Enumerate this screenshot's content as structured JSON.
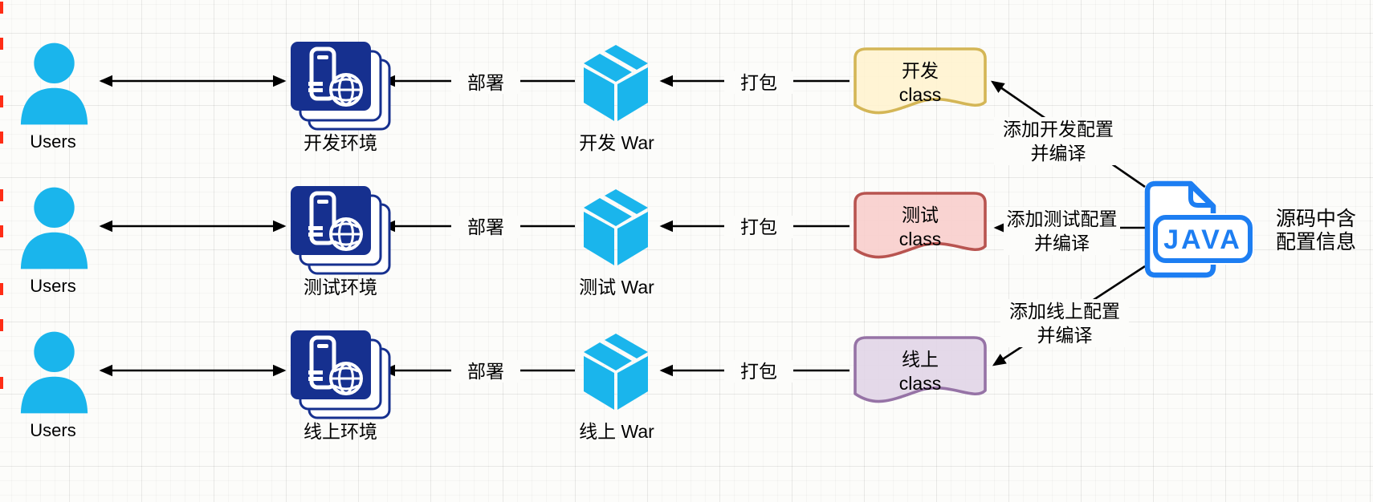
{
  "colors": {
    "cyan": "#1ab5ec",
    "navy": "#16308f",
    "java_blue": "#1d7ef2",
    "edge_marks": "#ff2d16",
    "canvas_bg": "#fcfcfa"
  },
  "rows": [
    {
      "user_label": "Users",
      "env_label": "开发环境",
      "deploy_label": "部署",
      "war_label": "开发 War",
      "package_label": "打包",
      "class_line1": "开发",
      "class_line2": "class",
      "class_fill": "rgba(255,242,204,0.85)",
      "class_border": "#d4b656"
    },
    {
      "user_label": "Users",
      "env_label": "测试环境",
      "deploy_label": "部署",
      "war_label": "测试 War",
      "package_label": "打包",
      "class_line1": "测试",
      "class_line2": "class",
      "class_fill": "rgba(248,206,204,0.9)",
      "class_border": "#b85450"
    },
    {
      "user_label": "Users",
      "env_label": "线上环境",
      "deploy_label": "部署",
      "war_label": "线上 War",
      "package_label": "打包",
      "class_line1": "线上",
      "class_line2": "class",
      "class_fill": "rgba(225,213,231,0.9)",
      "class_border": "#9673a6"
    }
  ],
  "compile_steps": [
    {
      "line1": "添加开发配置",
      "line2": "并编译"
    },
    {
      "line1": "添加测试配置",
      "line2": "并编译"
    },
    {
      "line1": "添加线上配置",
      "line2": "并编译"
    }
  ],
  "java": {
    "badge": "JAVA",
    "note_line1": "源码中含",
    "note_line2": "配置信息"
  }
}
